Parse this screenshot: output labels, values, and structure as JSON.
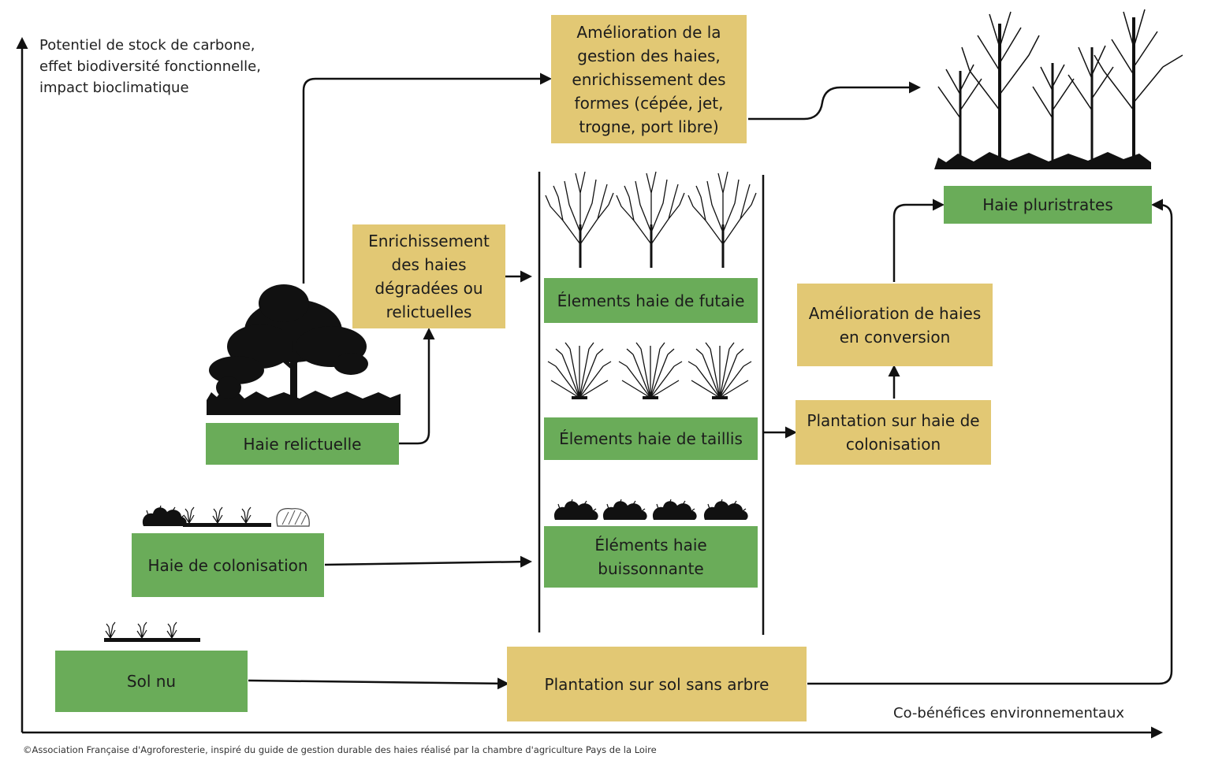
{
  "axes": {
    "y_label": "Potentiel de stock de carbone,\neffet biodiversité fonctionnelle,\nimpact bioclimatique",
    "x_label": "Co-bénéfices environnementaux"
  },
  "boxes": {
    "sol_nu": "Sol nu",
    "haie_colonisation": "Haie de colonisation",
    "haie_relictuelle": "Haie relictuelle",
    "enrichissement": "Enrichissement des haies dégradées ou relictuelles",
    "amelioration_gestion": "Amélioration de la gestion des haies, enrichissement des formes (cépée, jet, trogne, port libre)",
    "elements_futaie": "Élements haie de futaie",
    "elements_taillis": "Élements haie de taillis",
    "elements_buissonnante": "Éléments haie buissonnante",
    "plantation_sol": "Plantation sur sol sans arbre",
    "plantation_colonisation": "Plantation sur haie de colonisation",
    "amelioration_conversion": "Amélioration de haies en conversion",
    "haie_pluristrates": "Haie pluristrates"
  },
  "credit": "©Association Française d'Agroforesterie, inspiré du guide de gestion durable des haies réalisé par la chambre d'agriculture Pays de la Loire",
  "colors": {
    "green": "#6aac59",
    "yellow": "#e2c874",
    "line": "#111111"
  },
  "icons": [
    "tree-silhouette-icon",
    "bare-tree-icon",
    "shrub-icon",
    "bush-icon",
    "grass-icon",
    "forest-silhouette-icon"
  ]
}
